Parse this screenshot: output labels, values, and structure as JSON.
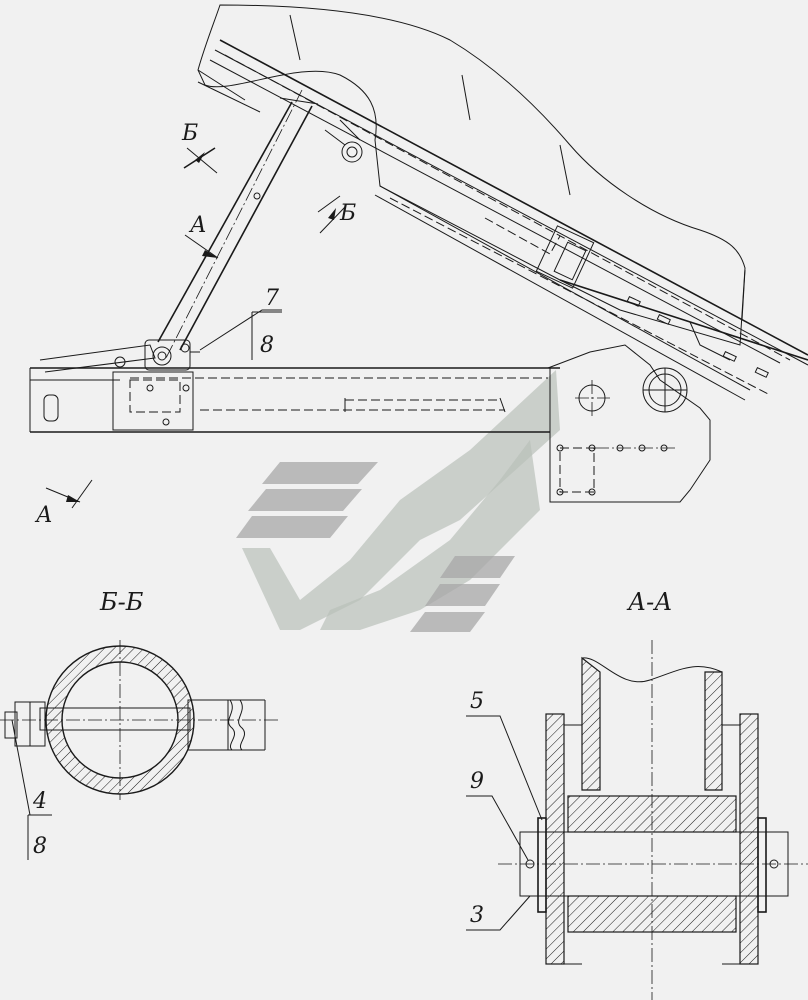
{
  "views": {
    "main": {
      "section_mark_a": "А",
      "section_mark_b": "Б"
    },
    "section_bb": {
      "title": "Б-Б"
    },
    "section_aa": {
      "title": "А-А"
    }
  },
  "callouts": {
    "c7": {
      "top": "7",
      "bottom": "8"
    },
    "c4": {
      "top": "4",
      "bottom": "8"
    },
    "c5": "5",
    "c9": "9",
    "c3": "3"
  },
  "colors": {
    "line": "#1a1a1a",
    "background": "#f1f1f1",
    "hatch": "#1a1a1a",
    "watermark": "#a7a7a7"
  }
}
